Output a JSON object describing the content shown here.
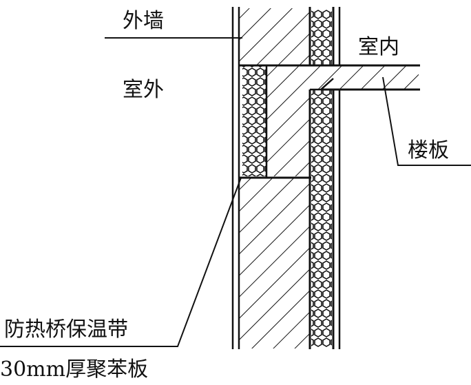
{
  "labels": {
    "exterior_wall": "外墙",
    "indoor": "室内",
    "outdoor": "室外",
    "floor_slab": "楼板",
    "thermal_bridge_band": "防热桥保温带",
    "polystyrene_board": "30mm厚聚苯板"
  },
  "colors": {
    "line": "#111111",
    "background": "#ffffff"
  }
}
